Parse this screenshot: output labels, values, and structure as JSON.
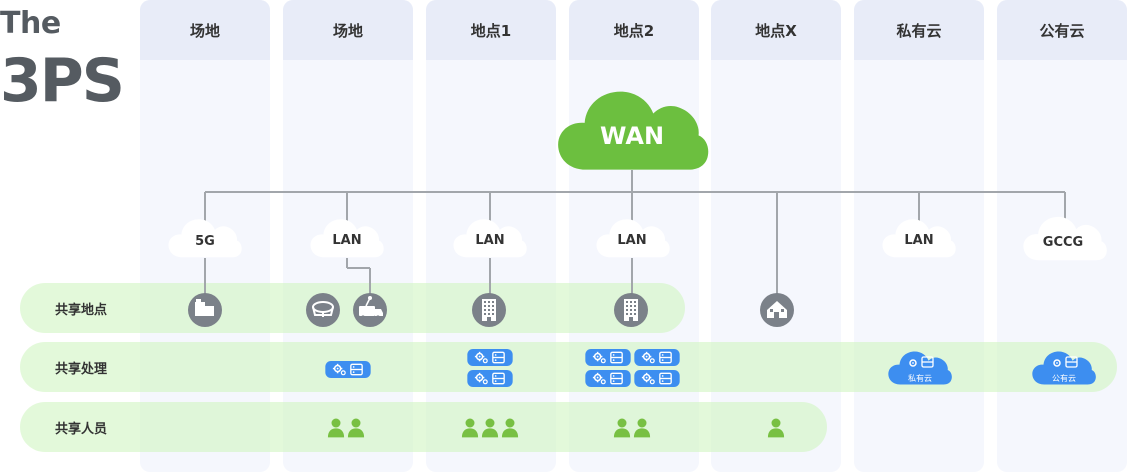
{
  "brand": {
    "line1": "The",
    "line2": "3PS"
  },
  "columns": [
    {
      "label": "场地"
    },
    {
      "label": "场地"
    },
    {
      "label": "地点1"
    },
    {
      "label": "地点2"
    },
    {
      "label": "地点X"
    },
    {
      "label": "私有云"
    },
    {
      "label": "公有云"
    }
  ],
  "wan": {
    "label": "WAN"
  },
  "access": [
    {
      "label": "5G"
    },
    {
      "label": "LAN"
    },
    {
      "label": "LAN"
    },
    {
      "label": "LAN"
    },
    {
      "label": "LAN"
    },
    {
      "label": "GCCG"
    }
  ],
  "rows": [
    {
      "label": "共享地点"
    },
    {
      "label": "共享处理"
    },
    {
      "label": "共享人员"
    }
  ],
  "cloud_badges": [
    {
      "label": "私有云"
    },
    {
      "label": "公有云"
    }
  ],
  "icons": {
    "sites": [
      "box-truck-icon",
      "stadium-icon",
      "broadcast-van-icon",
      "office-building-icon",
      "office-building-icon",
      "house-icon"
    ],
    "processing": "gear-server-icon",
    "people": "person-icon"
  },
  "colors": {
    "wan_green": "#6cbf3f",
    "badge_blue": "#3d8ef0",
    "people_green": "#78c043",
    "site_gray": "#7b8189",
    "band_green": "#d2f5c3",
    "column_bg": "#f5f7fd",
    "column_header_bg": "#e8ecf8"
  }
}
